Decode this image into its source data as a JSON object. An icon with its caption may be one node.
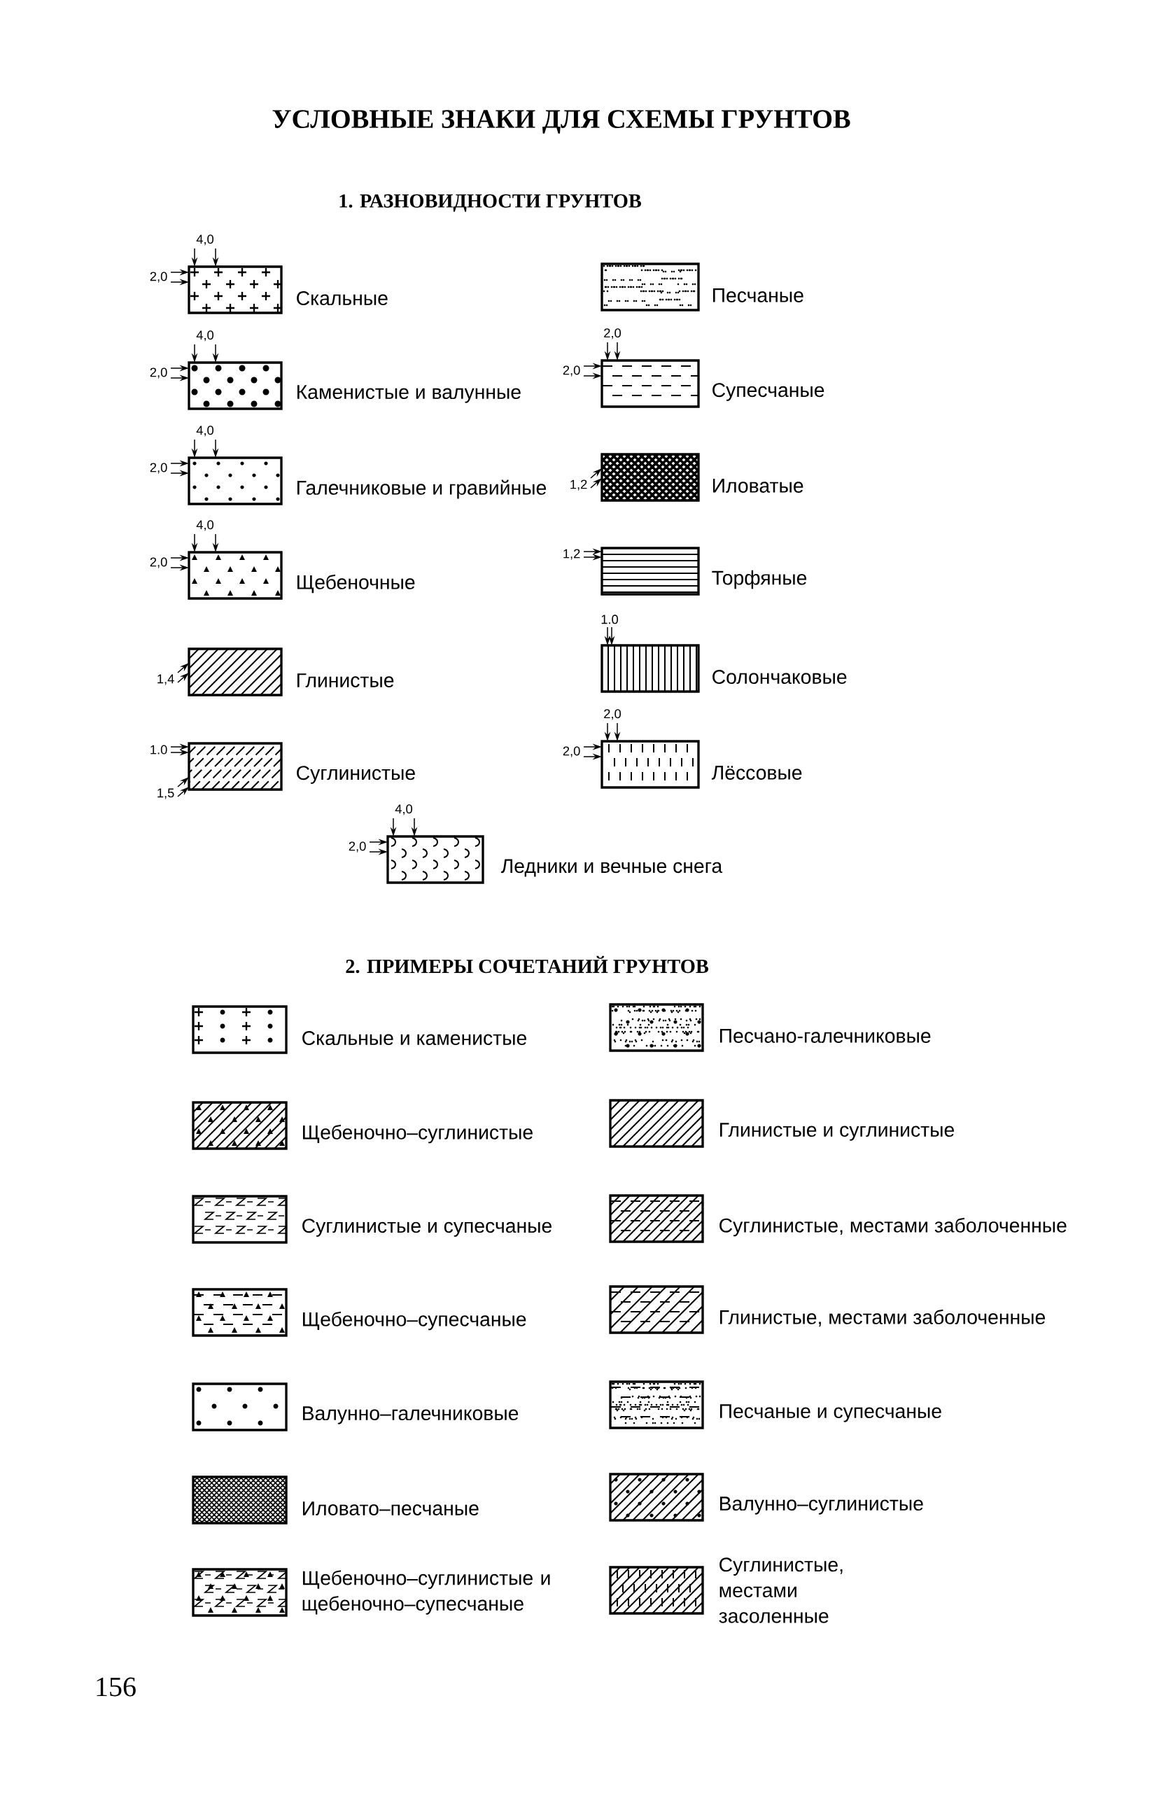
{
  "diagram": {
    "title": "УСЛОВНЫЕ ЗНАКИ ДЛЯ СХЕМЫ ГРУНТОВ",
    "labels": [
      "1. РАЗНОВИДНОСТИ ГРУНТОВ",
      "4,0",
      "2,0",
      "4,0",
      "2,0",
      "2,0",
      "2,0",
      "4,0",
      "2,0",
      "1,2",
      "4,0",
      "2,0",
      "1,2",
      "1,4",
      "1.0",
      "1.0",
      "1,5",
      "2,0",
      "2,0",
      "4,0",
      "2,0",
      "2. ПРИМЕРЫ СОЧЕТАНИЙ ГРУНТОВ",
      "156"
    ],
    "legend": [
      {
        "text": "Скальные"
      },
      {
        "text": "Песчаные"
      },
      {
        "text": "Каменистые и валунные"
      },
      {
        "text": "Супесчаные"
      },
      {
        "text": "Галечниковые и гравийные"
      },
      {
        "text": "Иловатые"
      },
      {
        "text": "Щебеночные"
      },
      {
        "text": "Торфяные"
      },
      {
        "text": "Глинистые"
      },
      {
        "text": "Солончаковые"
      },
      {
        "text": "Суглинистые"
      },
      {
        "text": "Лёссовые"
      },
      {
        "text": "Ледники и вечные снега"
      },
      {
        "text": "Скальные и каменистые"
      },
      {
        "text": "Песчано-галечниковые"
      },
      {
        "text": "Щебеночно–суглинистые"
      },
      {
        "text": "Глинистые и суглинистые"
      },
      {
        "text": "Суглинистые и супесчаные"
      },
      {
        "text": "Суглинистые, местами заболоченные"
      },
      {
        "text": "Щебеночно–супесчаные"
      },
      {
        "text": "Глинистые, местами заболоченные"
      },
      {
        "text": "Валунно–галечниковые"
      },
      {
        "text": "Песчаные и супесчаные"
      },
      {
        "text": "Иловато–песчаные"
      },
      {
        "text": "Валунно–суглинистые"
      },
      {
        "text": "Щебеночно–суглинистые и щебеночно–супесчаные"
      },
      {
        "text": "Суглинистые, местами засоленные"
      }
    ]
  }
}
